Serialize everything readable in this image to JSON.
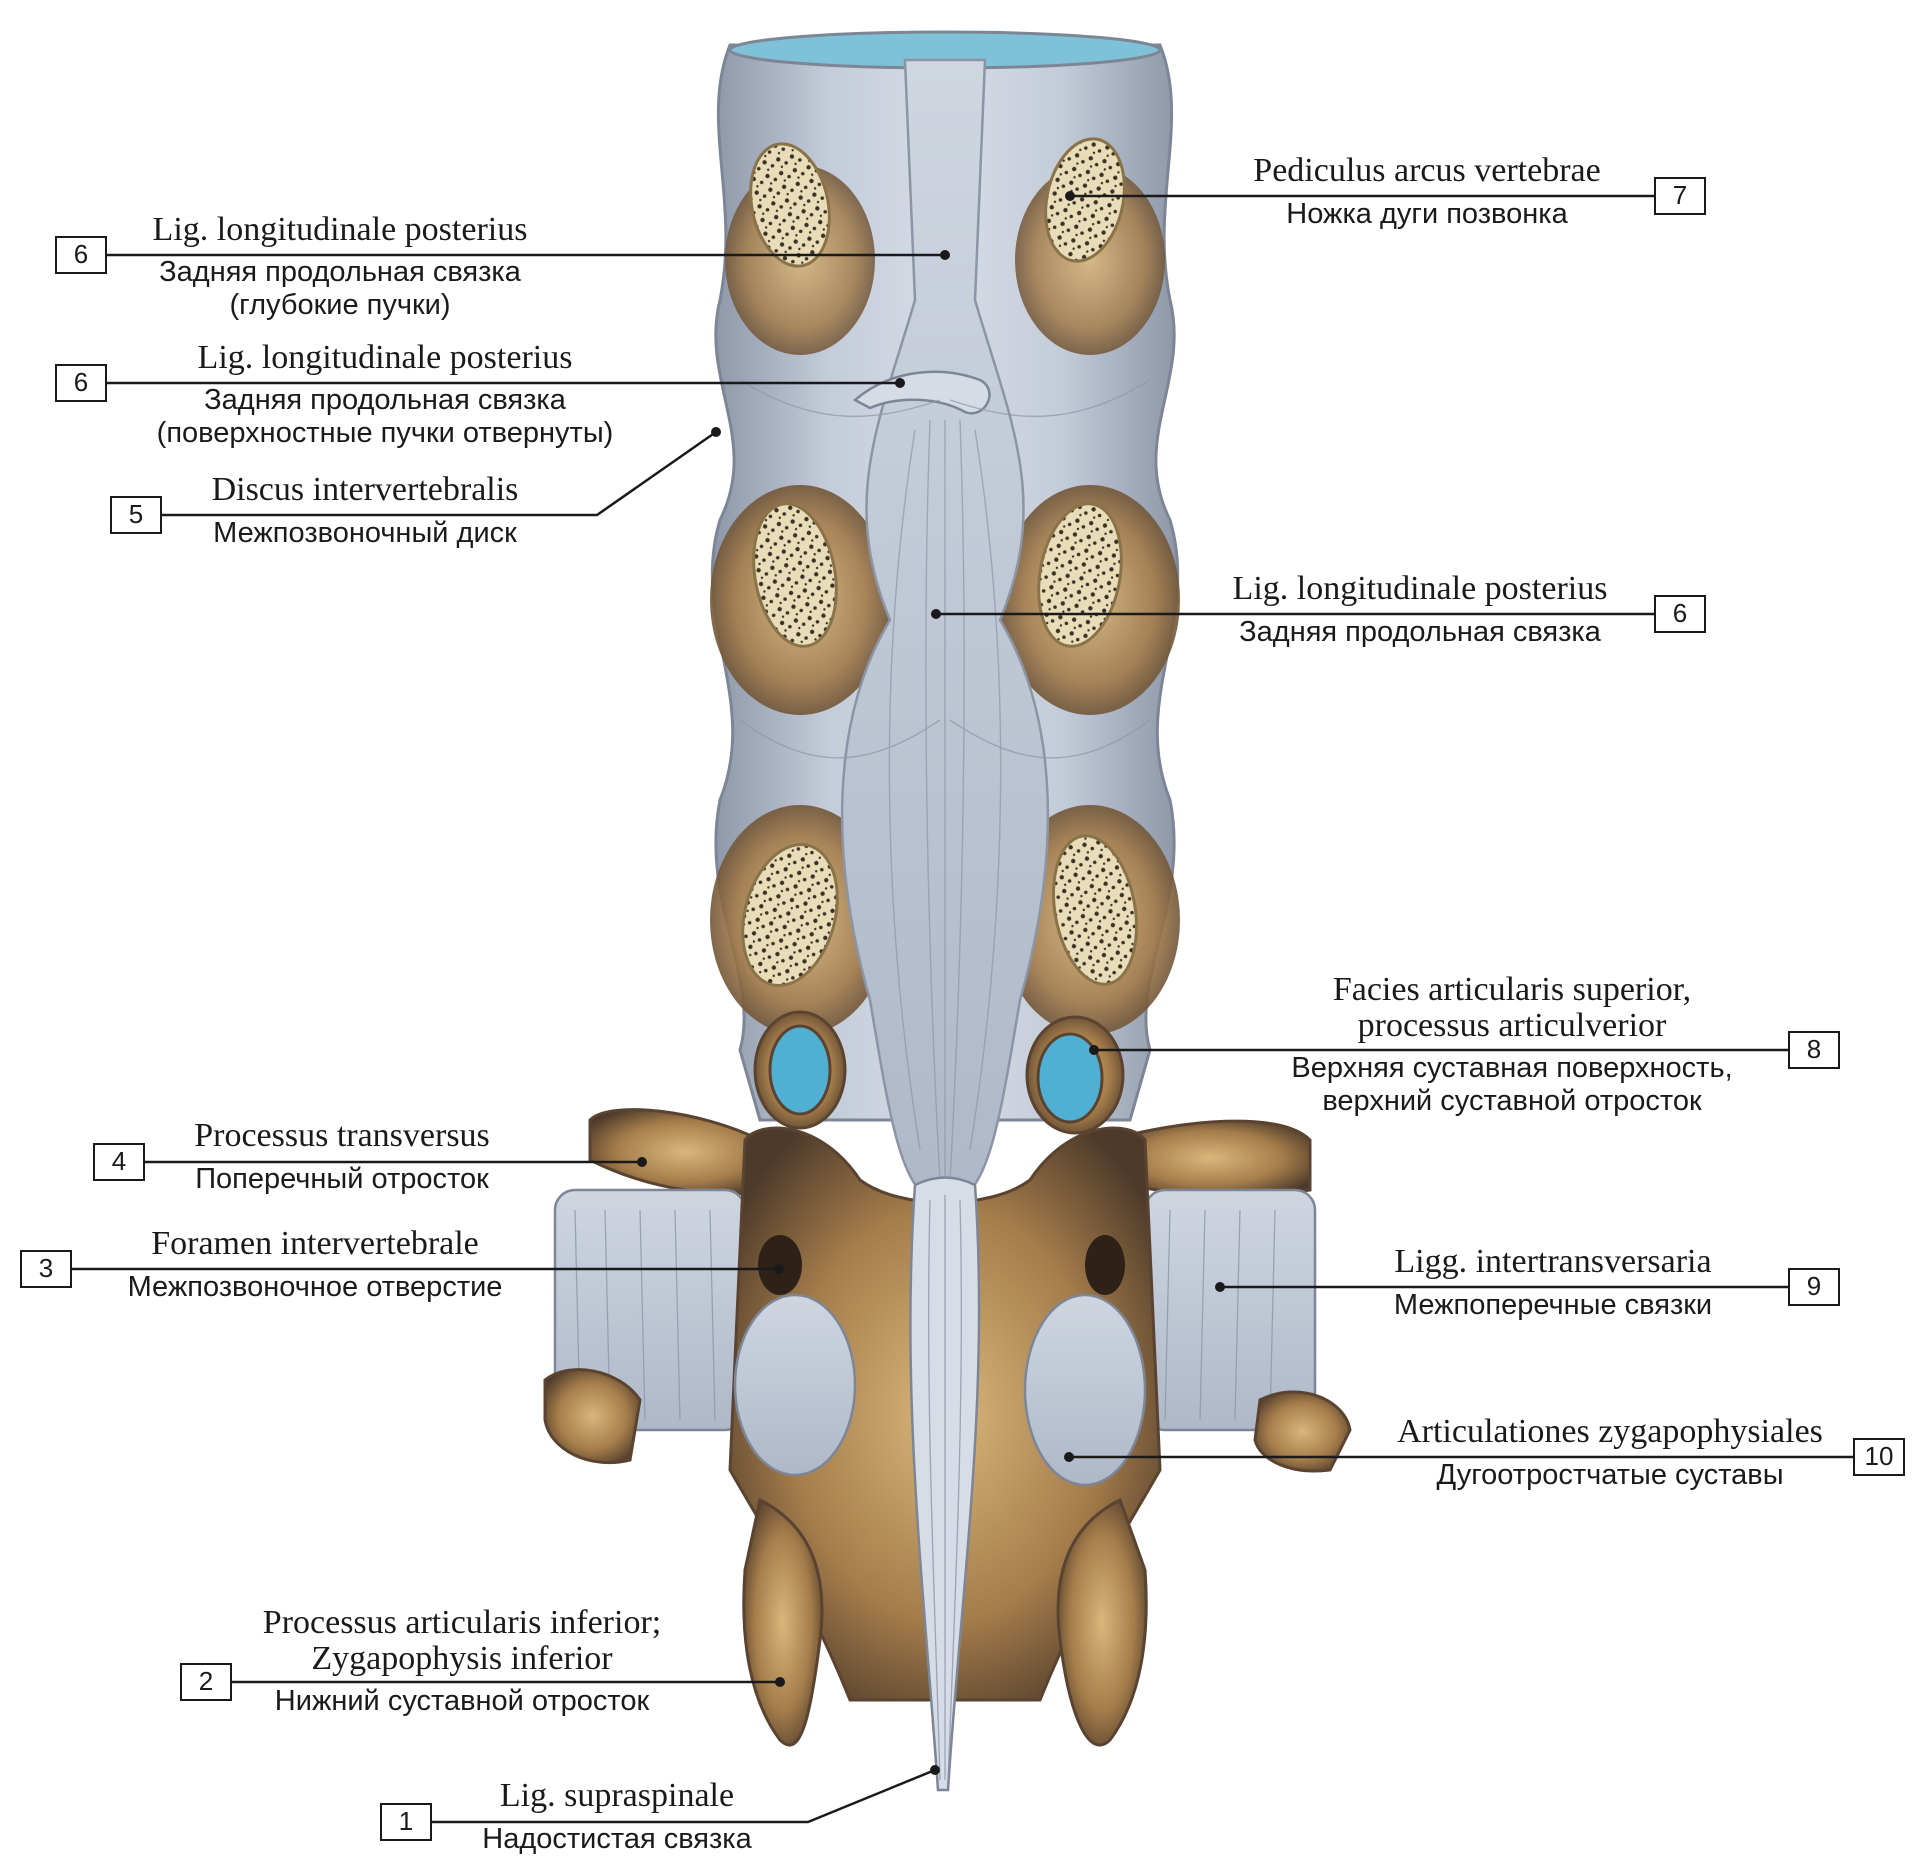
{
  "labels": [
    {
      "number": "6",
      "latin": "Lig. longitudinale posterius",
      "russian": [
        "Задняя продольная связка",
        "(глубокие пучки)"
      ]
    },
    {
      "number": "6",
      "latin": "Lig. longitudinale posterius",
      "russian": [
        "Задняя продольная связка",
        "(поверхностные пучки отвернуты)"
      ]
    },
    {
      "number": "5",
      "latin": "Discus intervertebralis",
      "russian": [
        "Межпозвоночный диск"
      ]
    },
    {
      "number": "4",
      "latin": "Processus transversus",
      "russian": [
        "Поперечный отросток"
      ]
    },
    {
      "number": "3",
      "latin": "Foramen intervertebrale",
      "russian": [
        "Межпозвоночное отверстие"
      ]
    },
    {
      "number": "2",
      "latin": "Processus articularis inferior;",
      "latin2": "Zygapophysis inferior",
      "russian": [
        "Нижний суставной отросток"
      ]
    },
    {
      "number": "1",
      "latin": "Lig. supraspinale",
      "russian": [
        "Надостистая связка"
      ]
    },
    {
      "number": "7",
      "latin": "Pediculus arcus vertebrae",
      "russian": [
        "Ножка дуги позвонка"
      ]
    },
    {
      "number": "6",
      "latin": "Lig. longitudinale posterius",
      "russian": [
        "Задняя продольная связка"
      ]
    },
    {
      "number": "8",
      "latin": "Facies articularis superior,",
      "latin2": "processus articulverior",
      "russian": [
        "Верхняя суставная поверхность,",
        "верхний суставной отросток"
      ]
    },
    {
      "number": "9",
      "latin": "Ligg. intertransversaria",
      "russian": [
        "Межпоперечные связки"
      ]
    },
    {
      "number": "10",
      "latin": "Articulationes zygapophysiales",
      "russian": [
        "Дугоотростчатые суставы"
      ]
    }
  ],
  "colors": {
    "ligament": "#b9c3d2",
    "ligament_shade": "#7e8898",
    "bone": "#c9a46a",
    "bone_dark": "#5a4330",
    "cartilage": "#4fb0d4",
    "leader": "#1a1a1a"
  }
}
